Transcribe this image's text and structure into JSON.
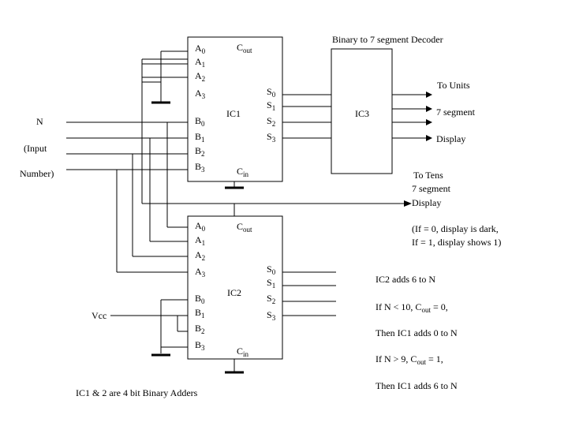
{
  "ic1": {
    "name": "IC1",
    "a_pins": [
      {
        "b": "A",
        "s": "0"
      },
      {
        "b": "A",
        "s": "1"
      },
      {
        "b": "A",
        "s": "2"
      },
      {
        "b": "A",
        "s": "3"
      }
    ],
    "b_pins": [
      {
        "b": "B",
        "s": "0"
      },
      {
        "b": "B",
        "s": "1"
      },
      {
        "b": "B",
        "s": "2"
      },
      {
        "b": "B",
        "s": "3"
      }
    ],
    "s_pins": [
      {
        "b": "S",
        "s": "0"
      },
      {
        "b": "S",
        "s": "1"
      },
      {
        "b": "S",
        "s": "2"
      },
      {
        "b": "S",
        "s": "3"
      }
    ],
    "cout": {
      "b": "C",
      "s": "out"
    },
    "cin": {
      "b": "C",
      "s": "in"
    }
  },
  "ic2": {
    "name": "IC2",
    "a_pins": [
      {
        "b": "A",
        "s": "0"
      },
      {
        "b": "A",
        "s": "1"
      },
      {
        "b": "A",
        "s": "2"
      },
      {
        "b": "A",
        "s": "3"
      }
    ],
    "b_pins": [
      {
        "b": "B",
        "s": "0"
      },
      {
        "b": "B",
        "s": "1"
      },
      {
        "b": "B",
        "s": "2"
      },
      {
        "b": "B",
        "s": "3"
      }
    ],
    "s_pins": [
      {
        "b": "S",
        "s": "0"
      },
      {
        "b": "S",
        "s": "1"
      },
      {
        "b": "S",
        "s": "2"
      },
      {
        "b": "S",
        "s": "3"
      }
    ],
    "cout": {
      "b": "C",
      "s": "out"
    },
    "cin": {
      "b": "C",
      "s": "in"
    }
  },
  "ic3": {
    "name": "IC3",
    "title": "Binary to 7 segment Decoder"
  },
  "input_label": [
    "N",
    "(Input",
    "Number)"
  ],
  "units_label": [
    "To Units",
    "7 segment",
    "Display"
  ],
  "tens_label": [
    "To Tens",
    "7 segment",
    "Display"
  ],
  "dark_note": [
    "(If = 0, display is dark,",
    "If = 1, display shows 1)"
  ],
  "vcc": "Vcc",
  "notes": {
    "line1": "IC2 adds 6 to N",
    "line2_a": "If   N < 10,   C",
    "line2_sub": "out",
    "line2_b": " = 0,",
    "line3": "Then IC1 adds 0 to N",
    "line4_a": "If   N > 9,   C",
    "line4_sub": "out",
    "line4_b": " = 1,",
    "line5": "Then  IC1 adds 6 to N"
  },
  "footer": "IC1 & 2 are 4 bit Binary Adders"
}
